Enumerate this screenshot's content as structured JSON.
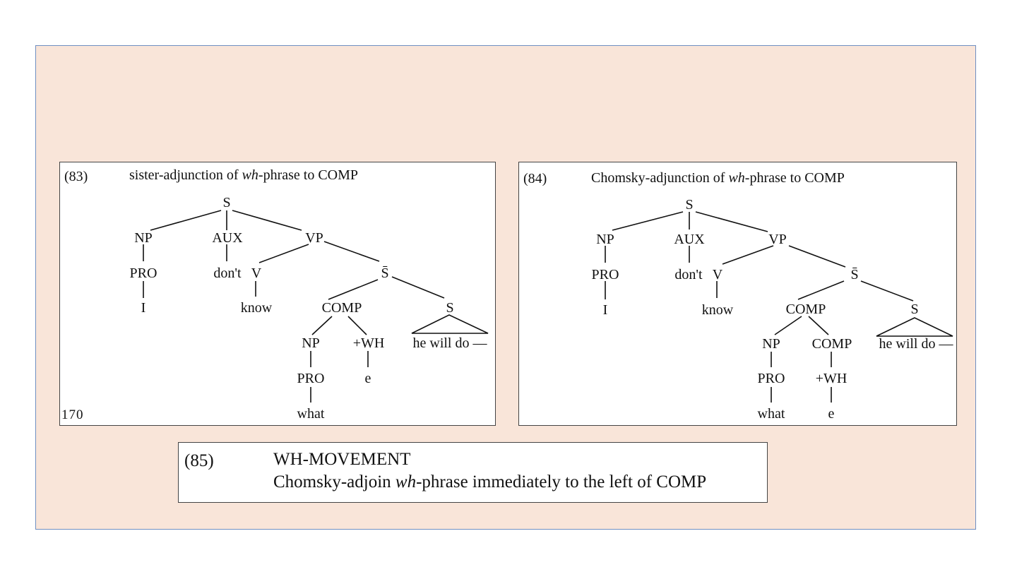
{
  "panel_83": {
    "number": "(83)",
    "caption_pre": "sister-adjunction of ",
    "caption_em": "wh",
    "caption_post": "-phrase to COMP",
    "page_number": "170",
    "tree": {
      "S": "S",
      "NP": "NP",
      "PRO_I": "PRO",
      "I": "I",
      "AUX": "AUX",
      "dont": "don't",
      "VP": "VP",
      "V": "V",
      "know": "know",
      "Sbar": "S̄",
      "COMP": "COMP",
      "NP2": "NP",
      "PRO2": "PRO",
      "what": "what",
      "WH": "+WH",
      "e": "e",
      "S2": "S",
      "he_will_do": "he will do —"
    }
  },
  "panel_84": {
    "number": "(84)",
    "caption_pre": "Chomsky-adjunction of ",
    "caption_em": "wh",
    "caption_post": "-phrase to COMP",
    "tree": {
      "S": "S",
      "NP": "NP",
      "PRO_I": "PRO",
      "I": "I",
      "AUX": "AUX",
      "dont": "don't",
      "VP": "VP",
      "V": "V",
      "know": "know",
      "Sbar": "S̄",
      "COMP": "COMP",
      "NP2": "NP",
      "PRO2": "PRO",
      "what": "what",
      "COMP2": "COMP",
      "WH": "+WH",
      "e": "e",
      "S2": "S",
      "he_will_do": "he will do —"
    }
  },
  "panel_85": {
    "number": "(85)",
    "title": "WH-MOVEMENT",
    "rule_pre": "Chomsky-adjoin ",
    "rule_em": "wh",
    "rule_post": "-phrase immediately to the left of COMP"
  }
}
